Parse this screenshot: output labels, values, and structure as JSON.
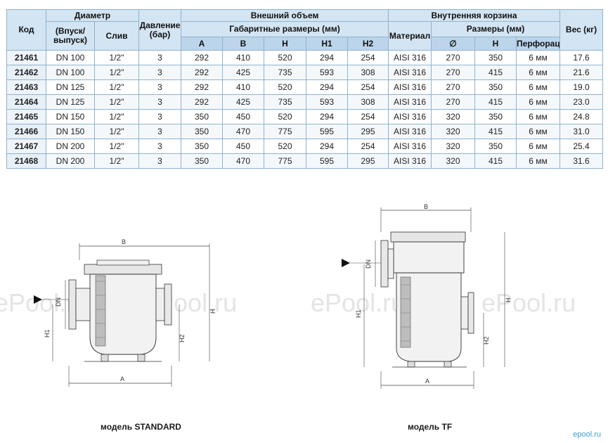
{
  "table": {
    "headers": {
      "code": "Код",
      "diameter": "Диаметр",
      "inlet": "(Впуск/ выпуск)",
      "drain": "Слив",
      "pressure": "Давление (бар)",
      "outer_volume": "Внешний объем",
      "dimensions": "Габаритные размеры (мм)",
      "dim_cols": [
        "A",
        "B",
        "H",
        "H1",
        "H2"
      ],
      "material": "Материал",
      "inner_basket": "Внутренняя корзина",
      "basket_sizes": "Размеры (мм)",
      "basket_cols": [
        "∅",
        "H",
        "Перфорация"
      ],
      "weight": "Вес (кг)"
    },
    "rows": [
      [
        "21461",
        "DN 100",
        "1/2\"",
        "3",
        "292",
        "410",
        "520",
        "294",
        "254",
        "AISI 316",
        "270",
        "350",
        "6 мм",
        "17.6"
      ],
      [
        "21462",
        "DN 100",
        "1/2\"",
        "3",
        "292",
        "425",
        "735",
        "593",
        "308",
        "AISI 316",
        "270",
        "415",
        "6 мм",
        "21.6"
      ],
      [
        "21463",
        "DN 125",
        "1/2\"",
        "3",
        "292",
        "410",
        "520",
        "294",
        "254",
        "AISI 316",
        "270",
        "350",
        "6 мм",
        "19.0"
      ],
      [
        "21464",
        "DN 125",
        "1/2\"",
        "3",
        "292",
        "425",
        "735",
        "593",
        "308",
        "AISI 316",
        "270",
        "415",
        "6 мм",
        "23.0"
      ],
      [
        "21465",
        "DN 150",
        "1/2\"",
        "3",
        "350",
        "450",
        "520",
        "294",
        "254",
        "AISI 316",
        "320",
        "350",
        "6 мм",
        "24.8"
      ],
      [
        "21466",
        "DN 150",
        "1/2\"",
        "3",
        "350",
        "470",
        "775",
        "595",
        "295",
        "AISI 316",
        "320",
        "415",
        "6 мм",
        "31.0"
      ],
      [
        "21467",
        "DN 200",
        "1/2\"",
        "3",
        "350",
        "450",
        "520",
        "294",
        "254",
        "AISI 316",
        "320",
        "350",
        "6 мм",
        "25.4"
      ],
      [
        "21468",
        "DN 200",
        "1/2\"",
        "3",
        "350",
        "470",
        "775",
        "595",
        "295",
        "AISI 316",
        "320",
        "415",
        "6 мм",
        "31.6"
      ]
    ]
  },
  "diagrams": {
    "labels": {
      "a": "A",
      "b": "B",
      "h": "H",
      "h1": "H1",
      "h2": "H2",
      "dn": "DN"
    },
    "caption_standard": "модель STANDARD",
    "caption_tf": "модель TF"
  },
  "watermark": "ePool.ru",
  "logo": "epool.ru",
  "colors": {
    "header_bg": "#d3e4f2",
    "border": "#8fb3cf",
    "logo": "#3aa0d8"
  }
}
